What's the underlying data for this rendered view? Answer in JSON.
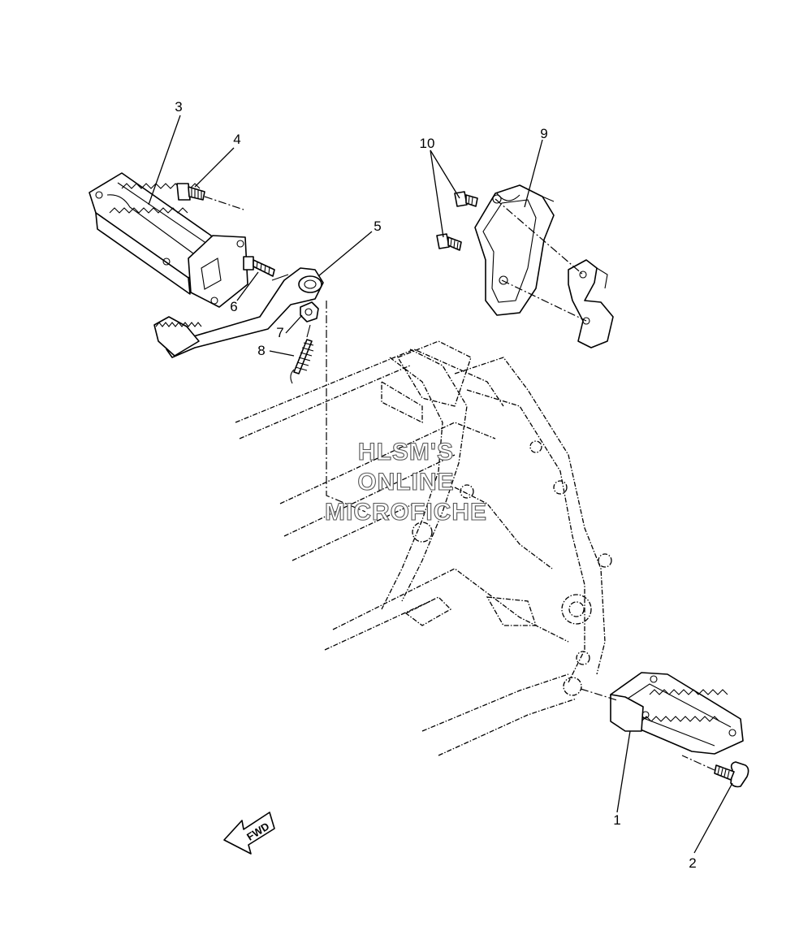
{
  "callouts": {
    "c1": "1",
    "c2": "2",
    "c3": "3",
    "c4": "4",
    "c5": "5",
    "c6": "6",
    "c7": "7",
    "c8": "8",
    "c9": "9",
    "c10": "10"
  },
  "watermark": {
    "line1": "HLSM'S",
    "line2": "ONLINE",
    "line3": "MICROFICHE"
  },
  "direction_arrow": {
    "label": "FWD"
  }
}
